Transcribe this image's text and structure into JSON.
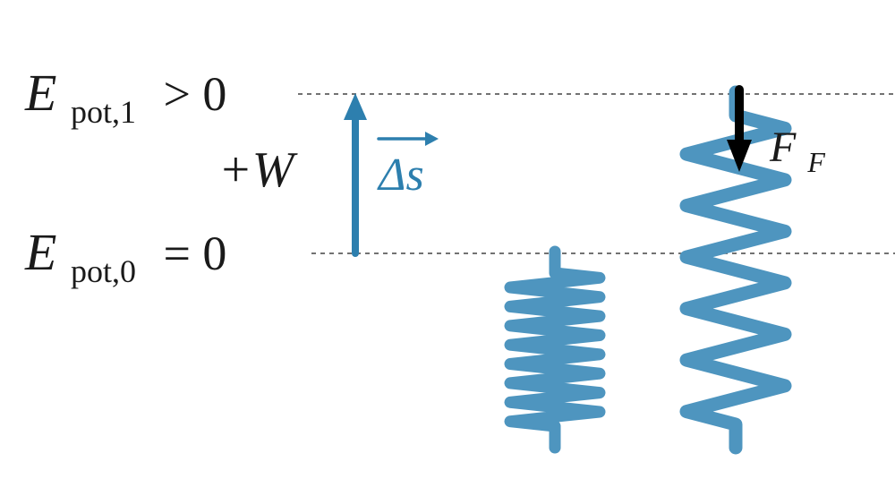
{
  "diagram": {
    "labels": {
      "energy_level_1": {
        "base": "E",
        "sub": "pot,1",
        "relation": "> 0"
      },
      "energy_level_0": {
        "base": "E",
        "sub": "pot,0",
        "relation": "= 0"
      },
      "work": "+W",
      "displacement": "Δs",
      "spring_force": {
        "base": "F",
        "sub": "F"
      }
    },
    "colors": {
      "spring_blue": "#4e95bf",
      "arrow_blue": "#2d7fae",
      "text_black": "#1a1a1a",
      "dashed_line": "#444444",
      "force_arrow": "#000000"
    }
  }
}
